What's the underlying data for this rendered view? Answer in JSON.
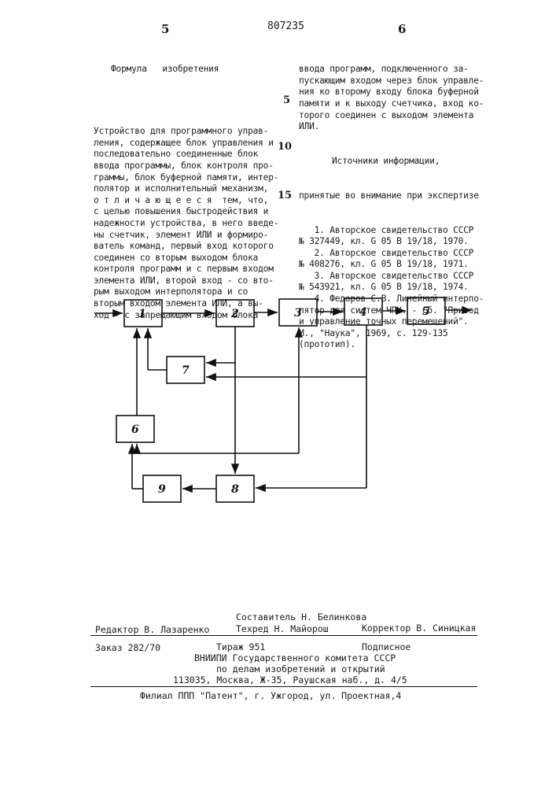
{
  "header": {
    "page_left": "5",
    "page_right": "6",
    "patent_number": "807235"
  },
  "left_column": {
    "title": "Формула   изобретения",
    "lines": [
      "Устройство для программного управ-",
      "ления, содержащее блок управления и",
      "последовательно соединенные блок",
      "ввода программы, блок контроля про-",
      "граммы, блок буферной памяти, интер-",
      "полятор и исполнительный механизм,",
      "о т л и ч а ю щ е е с я  тем, что,",
      "с целью повышения быстродействия и",
      "надежности устройства, в него введе-",
      "ны счетчик, элемент ИЛИ и формиро-",
      "ватель команд, первый вход которого",
      "соединен со вторым выходом блока",
      "контроля программ и с первым входом",
      "элемента ИЛИ, второй вход - со вто-",
      "рым выходом интерполятора и со",
      "вторым входом элемента ИЛИ, а вы-",
      "ход - с запрещающим входом блока"
    ]
  },
  "right_column": {
    "lines": [
      "ввода программ, подключенного за-",
      "пускающим входом через блок управле-",
      "ния ко второму входу блока буферной",
      "памяти и к выходу счетчика, вход ко-",
      "торого соединен с выходом элемента",
      "ИЛИ."
    ],
    "sources_title": "Источники информации,",
    "sources_subtitle": "принятые во внимание при экспертизе",
    "sources": [
      "   1. Авторское свидетельство СССР",
      "№ 327449, кл. G 05 В 19/18, 1970.",
      "   2. Авторское свидетельство СССР",
      "№ 408276, кл. G 05 В 19/18, 1971.",
      "   3. Авторское свидетельство СССР",
      "№ 543921, кл. G 05 В 19/18, 1974.",
      "   4. Федоров С.В. Линейный интерпо-",
      "лятор для систем ЧПУ. - Сб. \"Привод",
      "и управление точных перемещений\".",
      "М., \"Наука\", 1969, с. 129-135",
      "(прототип)."
    ]
  },
  "line_numbers": [
    "5",
    "10",
    "15"
  ],
  "diagram": {
    "blocks": [
      "1",
      "2",
      "3",
      "4",
      "5",
      "6",
      "7",
      "8",
      "9"
    ]
  },
  "imprint": {
    "compiler": "Составитель Н. Белинкова",
    "editor": "Редактор В. Лазаренко",
    "techred": "Техред Н. Майорош",
    "corrector": "Корректор В. Синицкая",
    "order": "Заказ 282/70",
    "circulation": "Тираж 951",
    "subscription": "Подписное",
    "org1": "ВНИИПИ Государственного комитета СССР",
    "org2": "по делам изобретений и открытий",
    "address": "113035, Москва, Ж-35, Раушская наб., д. 4/5",
    "branch": "Филиал ППП \"Патент\", г. Ужгород, ул. Проектная,4"
  }
}
